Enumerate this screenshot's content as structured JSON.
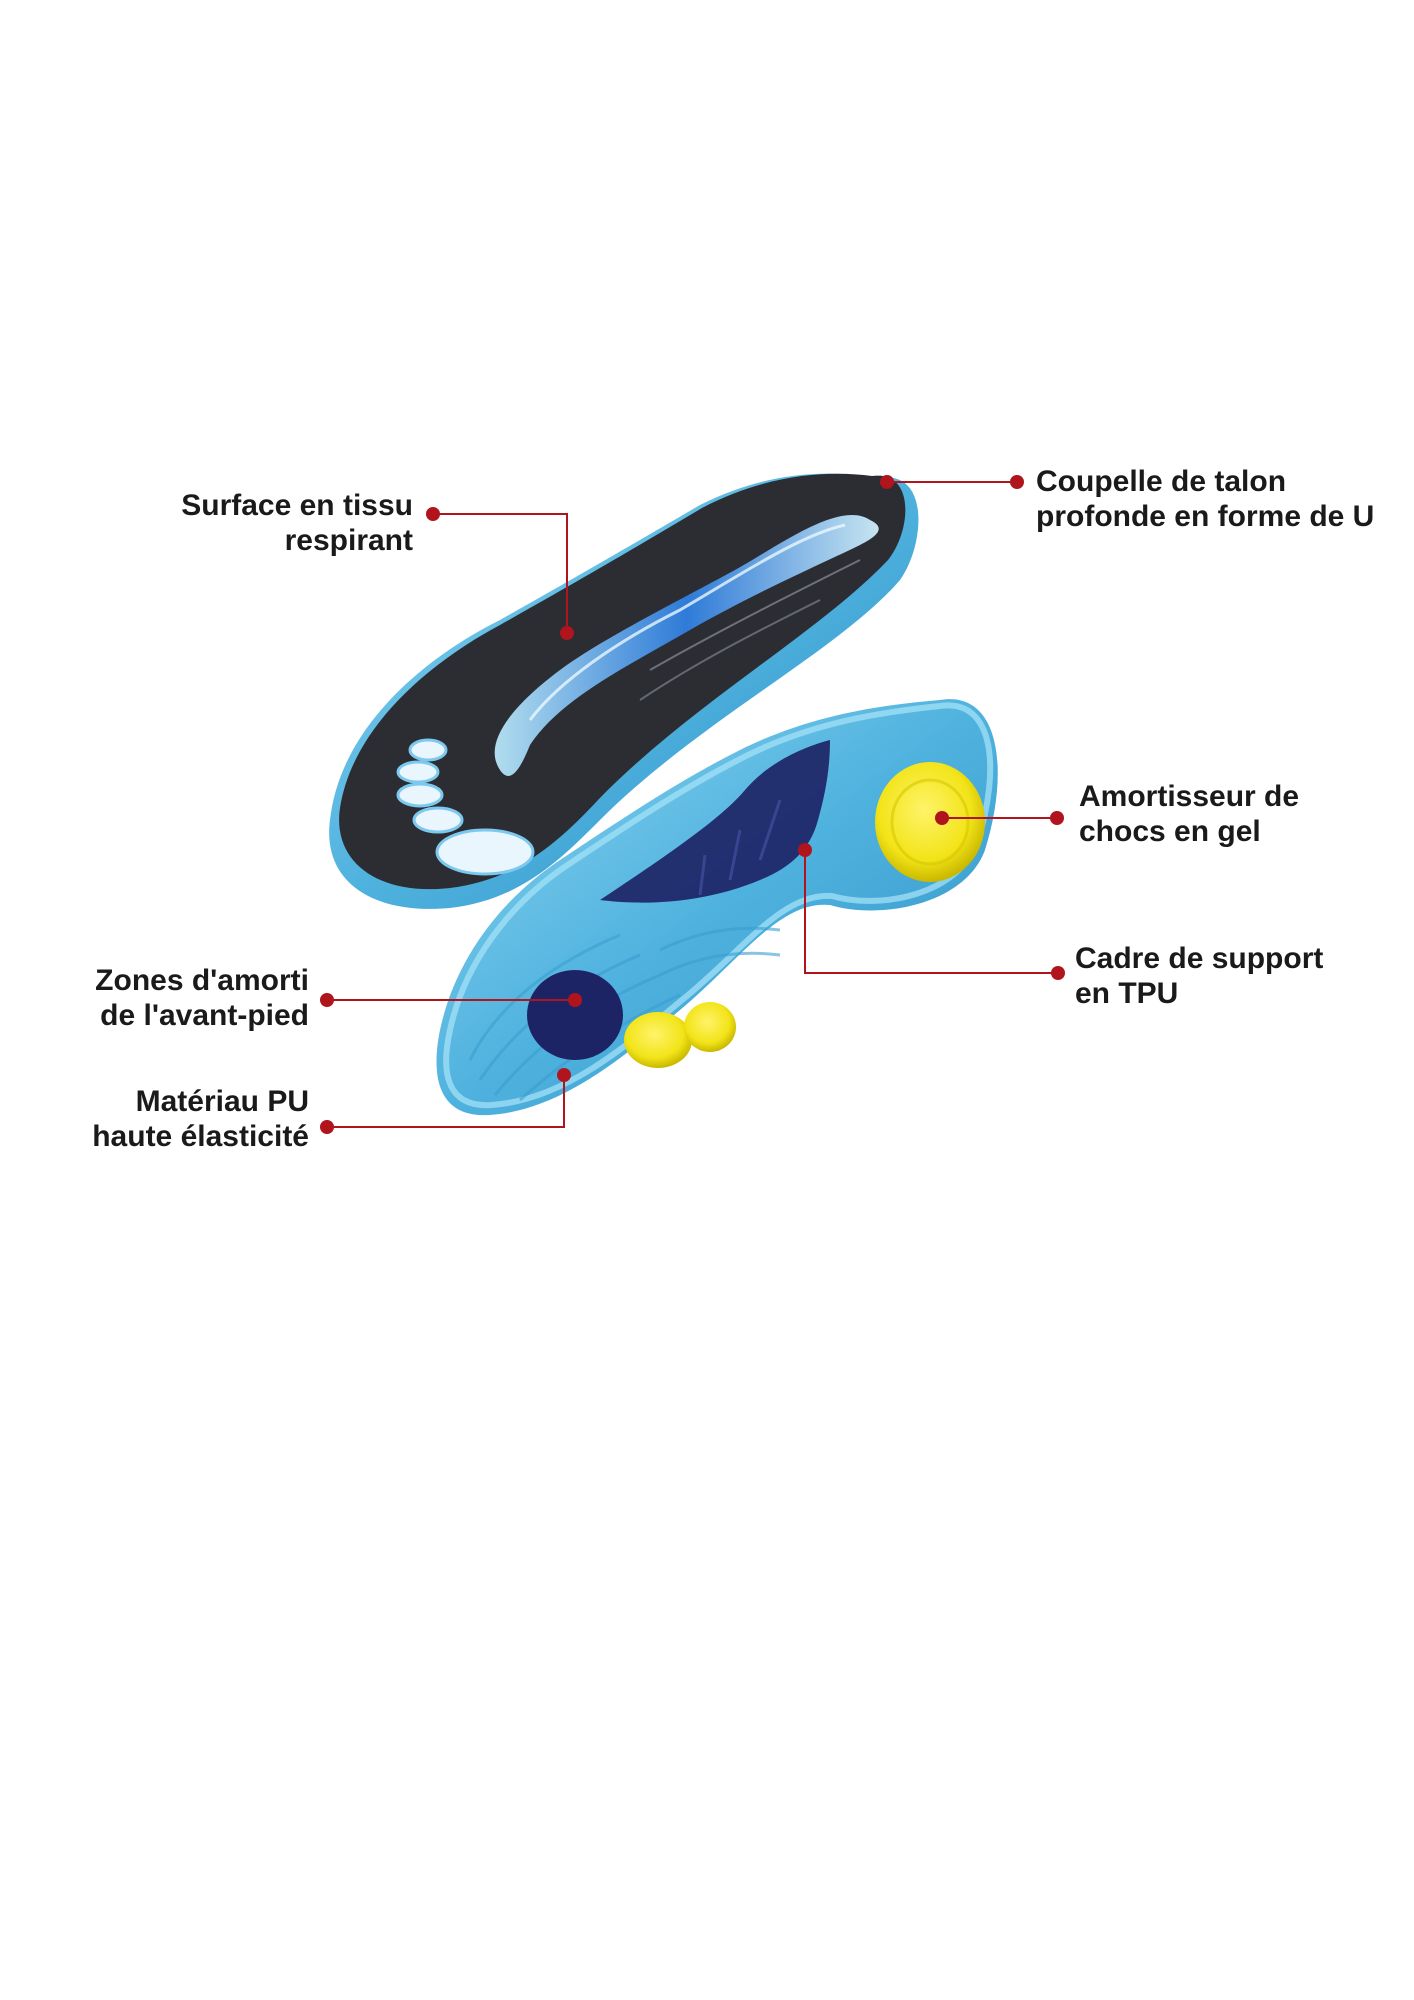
{
  "callouts": {
    "fabric_surface": {
      "line1": "Surface en tissu",
      "line2": "respirant"
    },
    "heel_cup": {
      "line1": "Coupelle de talon",
      "line2": "profonde en forme de U"
    },
    "gel_shock": {
      "line1": "Amortisseur de",
      "line2": "chocs en gel"
    },
    "tpu_frame": {
      "line1": "Cadre de support",
      "line2": "en TPU"
    },
    "forefoot_zones": {
      "line1": "Zones d'amorti",
      "line2": "de l'avant-pied"
    },
    "pu_material": {
      "line1": "Matériau PU",
      "line2": "haute élasticité"
    }
  },
  "colors": {
    "leader_line": "#b0141c",
    "insole_top": "#2b2d33",
    "insole_edge": "#5ab4dc",
    "gel_yellow": "#f2e418",
    "navy_pad": "#1d2466"
  }
}
